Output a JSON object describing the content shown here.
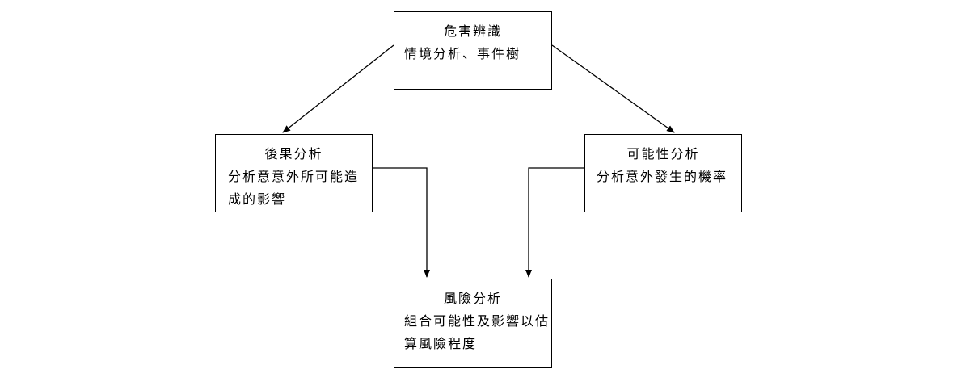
{
  "diagram": {
    "nodes": {
      "hazard": {
        "title": "危害辨識",
        "desc": "情境分析、事件樹"
      },
      "consequence": {
        "title": "後果分析",
        "desc": "分析意意外所可能造成的影響"
      },
      "likelihood": {
        "title": "可能性分析",
        "desc": "分析意外發生的機率"
      },
      "risk": {
        "title": "風險分析",
        "desc": "組合可能性及影響以估算風險程度"
      }
    },
    "edges": [
      {
        "from": "hazard",
        "to": "consequence"
      },
      {
        "from": "hazard",
        "to": "likelihood"
      },
      {
        "from": "consequence",
        "to": "risk"
      },
      {
        "from": "likelihood",
        "to": "risk"
      }
    ],
    "colors": {
      "stroke": "#000000",
      "background": "#ffffff"
    }
  }
}
